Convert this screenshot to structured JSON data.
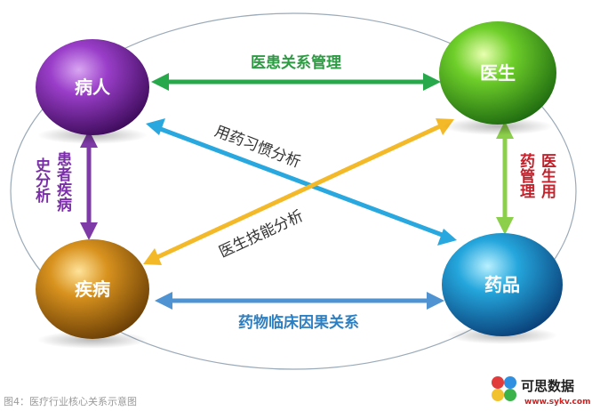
{
  "nodes": {
    "patient": "病人",
    "doctor": "医生",
    "disease": "疾病",
    "drug": "药品"
  },
  "edges": {
    "patient_doctor": "医患关系管理",
    "disease_drug": "药物临床因果关系",
    "patient_drug_diag": "用药习惯分析",
    "doctor_disease_diag": "医生技能分析",
    "patient_disease_left": "史分析",
    "patient_disease_right": "患者疾病",
    "doctor_drug_left": "药管理",
    "doctor_drug_right": "医生用"
  },
  "caption": "图4：医疗行业核心关系示意图",
  "logo": {
    "title": "可思数据",
    "url": "www.sykv.com"
  },
  "colors": {
    "patient": "#7a2fa8",
    "doctor": "#5fbf2a",
    "disease": "#c8861a",
    "drug": "#1f9fd8",
    "arrow_green": "#27a84a",
    "arrow_blue": "#4f93d2",
    "arrow_cyan": "#29a8e0",
    "arrow_yellow": "#f4b928",
    "arrow_purple": "#7e3aa6",
    "arrow_lightgreen": "#8ccf4a",
    "label_green": "#2e9a44",
    "label_blue": "#2c7fc2",
    "label_purple": "#7a2fa8",
    "label_red": "#c0212a"
  }
}
